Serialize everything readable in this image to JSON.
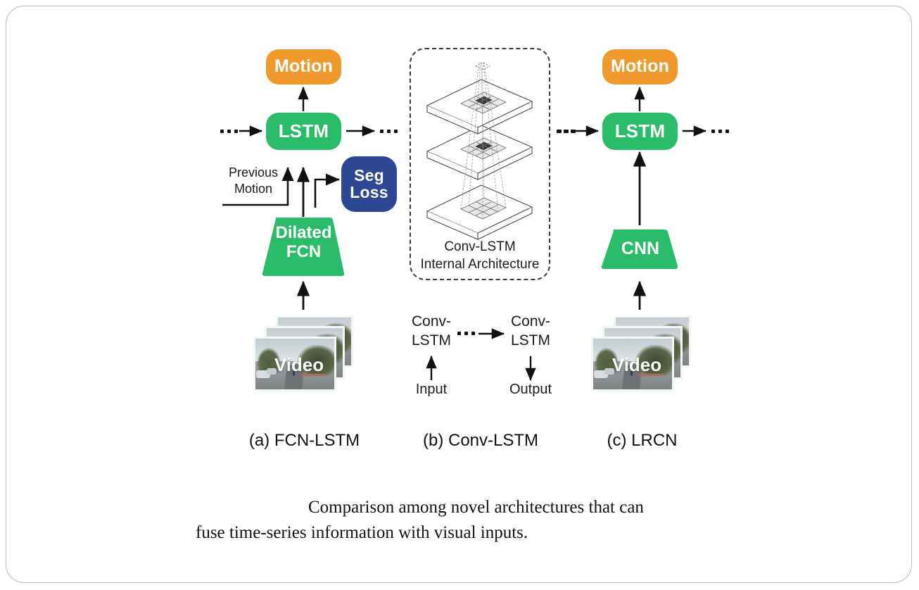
{
  "figure": {
    "caption": "Comparison among novel architectures that can fuse time-series information with visual inputs.",
    "caption_line1": "Comparison among novel architectures that can",
    "caption_line2": "fuse time-series information with visual inputs.",
    "colors": {
      "orange": "#F09A2E",
      "green": "#2BBC6B",
      "navy": "#2D4793",
      "arrow": "#111111",
      "frame_border": "#B9B9B9",
      "dashed_border": "#3A3A3A"
    }
  },
  "panels": [
    {
      "id": "a",
      "label": "(a) FCN-LSTM",
      "nodes": {
        "motion": "Motion",
        "lstm": "LSTM",
        "seg_loss_line1": "Seg",
        "seg_loss_line2": "Loss",
        "encoder_line1": "Dilated",
        "encoder_line2": "FCN",
        "video": "Video"
      },
      "edge_labels": {
        "previous_motion_line1": "Previous",
        "previous_motion_line2": "Motion"
      },
      "ellipsis_left": "...",
      "ellipsis_right": "..."
    },
    {
      "id": "b",
      "label": "(b) Conv-LSTM",
      "nodes": {
        "inner_title_line1": "Conv-LSTM",
        "inner_title_line2": "Internal Architecture",
        "cell_left_line1": "Conv-",
        "cell_left_line2": "LSTM",
        "cell_right_line1": "Conv-",
        "cell_right_line2": "LSTM",
        "input": "Input",
        "output": "Output"
      },
      "ellipsis_middle": "...",
      "ellipsis_right": "..."
    },
    {
      "id": "c",
      "label": "(c) LRCN",
      "nodes": {
        "motion": "Motion",
        "lstm": "LSTM",
        "encoder": "CNN",
        "video": "Video"
      },
      "ellipsis_left": "...",
      "ellipsis_right": "..."
    }
  ]
}
